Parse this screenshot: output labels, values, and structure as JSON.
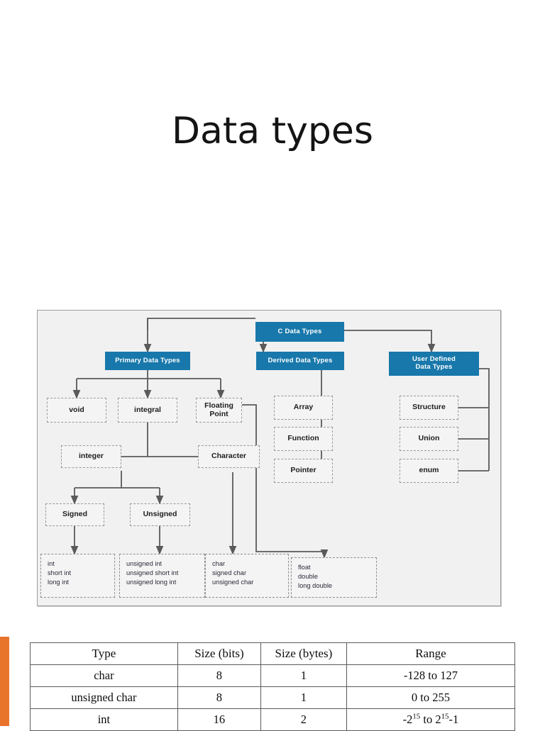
{
  "slide": {
    "title": "Data types",
    "accent_color": "#e8732b"
  },
  "diagram": {
    "theme": {
      "blue": "#1878ab",
      "frame_bg": "#f1f1f1",
      "node_bg": "#f4f4f4",
      "line": "#5a5a5a"
    },
    "root": {
      "label": "C Data Types"
    },
    "branches": [
      {
        "label": "Primary Data Types"
      },
      {
        "label": "Derived Data Types"
      },
      {
        "label": "User Defined\nData Types",
        "line1": "User Defined",
        "line2": "Data Types"
      }
    ],
    "primary": [
      {
        "label": "void"
      },
      {
        "label": "integral"
      },
      {
        "label": "Floating Point",
        "line1": "Floating",
        "line2": "Point"
      }
    ],
    "integral_children": [
      {
        "label": "integer"
      },
      {
        "label": "Character"
      }
    ],
    "integer_children": [
      {
        "label": "Signed"
      },
      {
        "label": "Unsigned"
      }
    ],
    "derived": [
      {
        "label": "Array"
      },
      {
        "label": "Function"
      },
      {
        "label": "Pointer"
      }
    ],
    "user_defined": [
      {
        "label": "Structure"
      },
      {
        "label": "Union"
      },
      {
        "label": "enum"
      }
    ],
    "leaves": [
      {
        "name": "signed-types",
        "items": [
          "int",
          "short int",
          "long int"
        ]
      },
      {
        "name": "unsigned-types",
        "items": [
          "unsigned int",
          "unsigned short int",
          "unsigned long int"
        ]
      },
      {
        "name": "character-types",
        "items": [
          "char",
          "signed char",
          "unsigned char"
        ]
      },
      {
        "name": "floating-types",
        "items": [
          "float",
          "double",
          "long double"
        ]
      }
    ]
  },
  "table": {
    "headers": [
      "Type",
      "Size (bits)",
      "Size (bytes)",
      "Range"
    ],
    "rows": [
      {
        "type": "char",
        "bits": "8",
        "bytes": "1",
        "range_prefix": "-128 to 127",
        "range_sup": "",
        "range_suffix": ""
      },
      {
        "type": "unsigned char",
        "bits": "8",
        "bytes": "1",
        "range_prefix": "0 to 255",
        "range_sup": "",
        "range_suffix": ""
      },
      {
        "type": "int",
        "bits": "16",
        "bytes": "2",
        "range_prefix": "-2",
        "range_sup": "15",
        "range_mid": " to 2",
        "range_sup2": "15",
        "range_suffix": "-1"
      }
    ]
  }
}
